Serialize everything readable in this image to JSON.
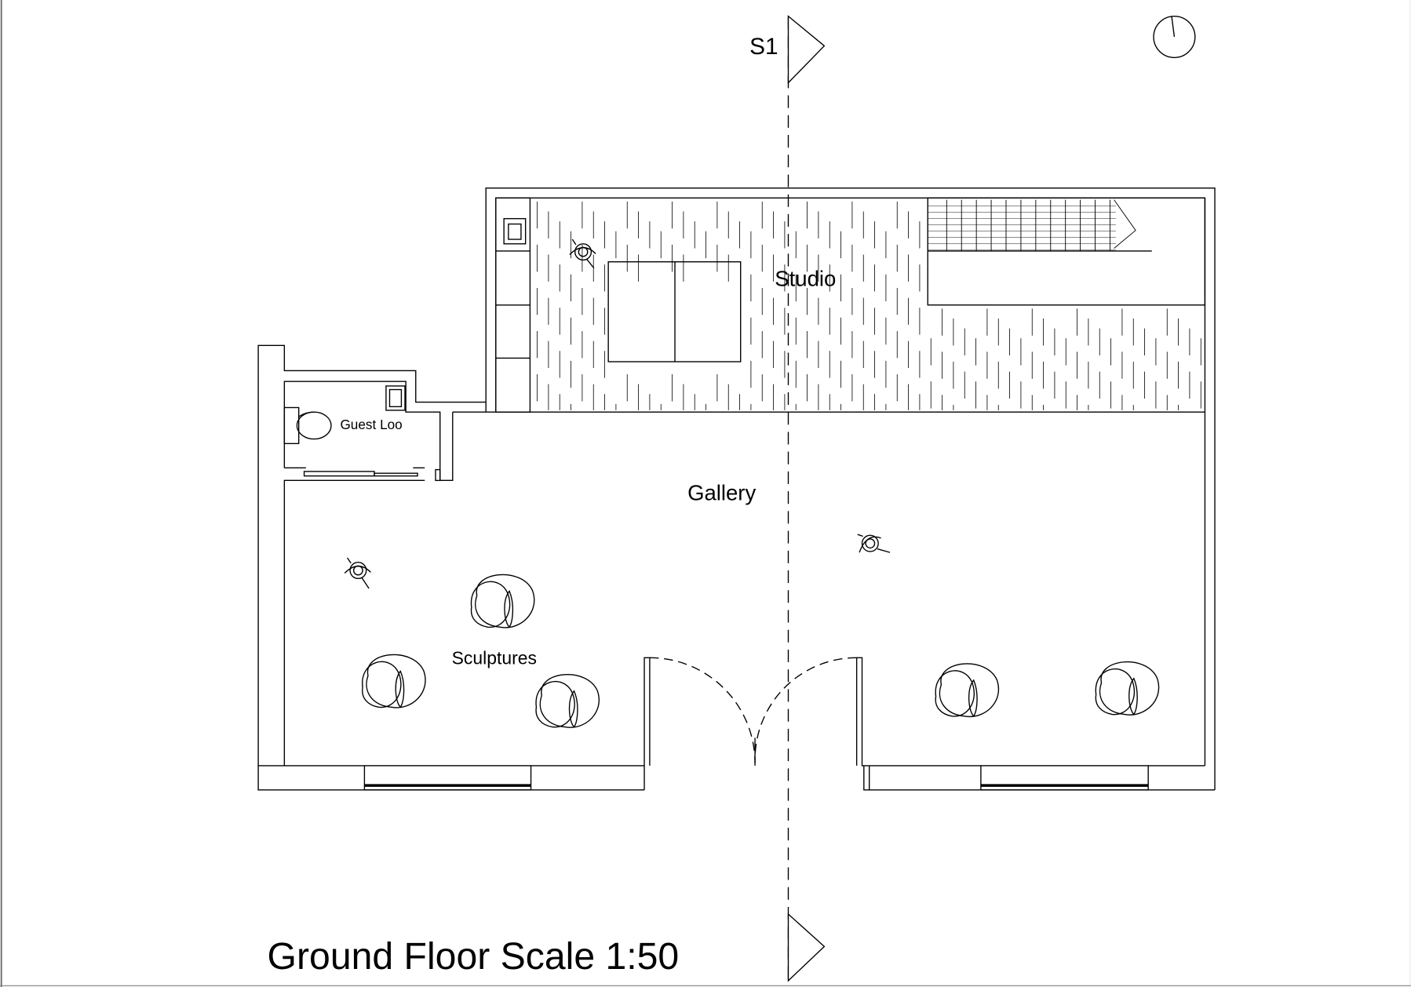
{
  "section_marker": {
    "label": "S1"
  },
  "rooms": {
    "studio": "Studio",
    "gallery": "Gallery",
    "guest_loo": "Guest Loo",
    "sculptures": "Sculptures"
  },
  "drawing_title": "Ground Floor Scale 1:50",
  "colors": {
    "line": "#000000",
    "paper": "#ffffff",
    "frame": "#f4f4f4"
  }
}
